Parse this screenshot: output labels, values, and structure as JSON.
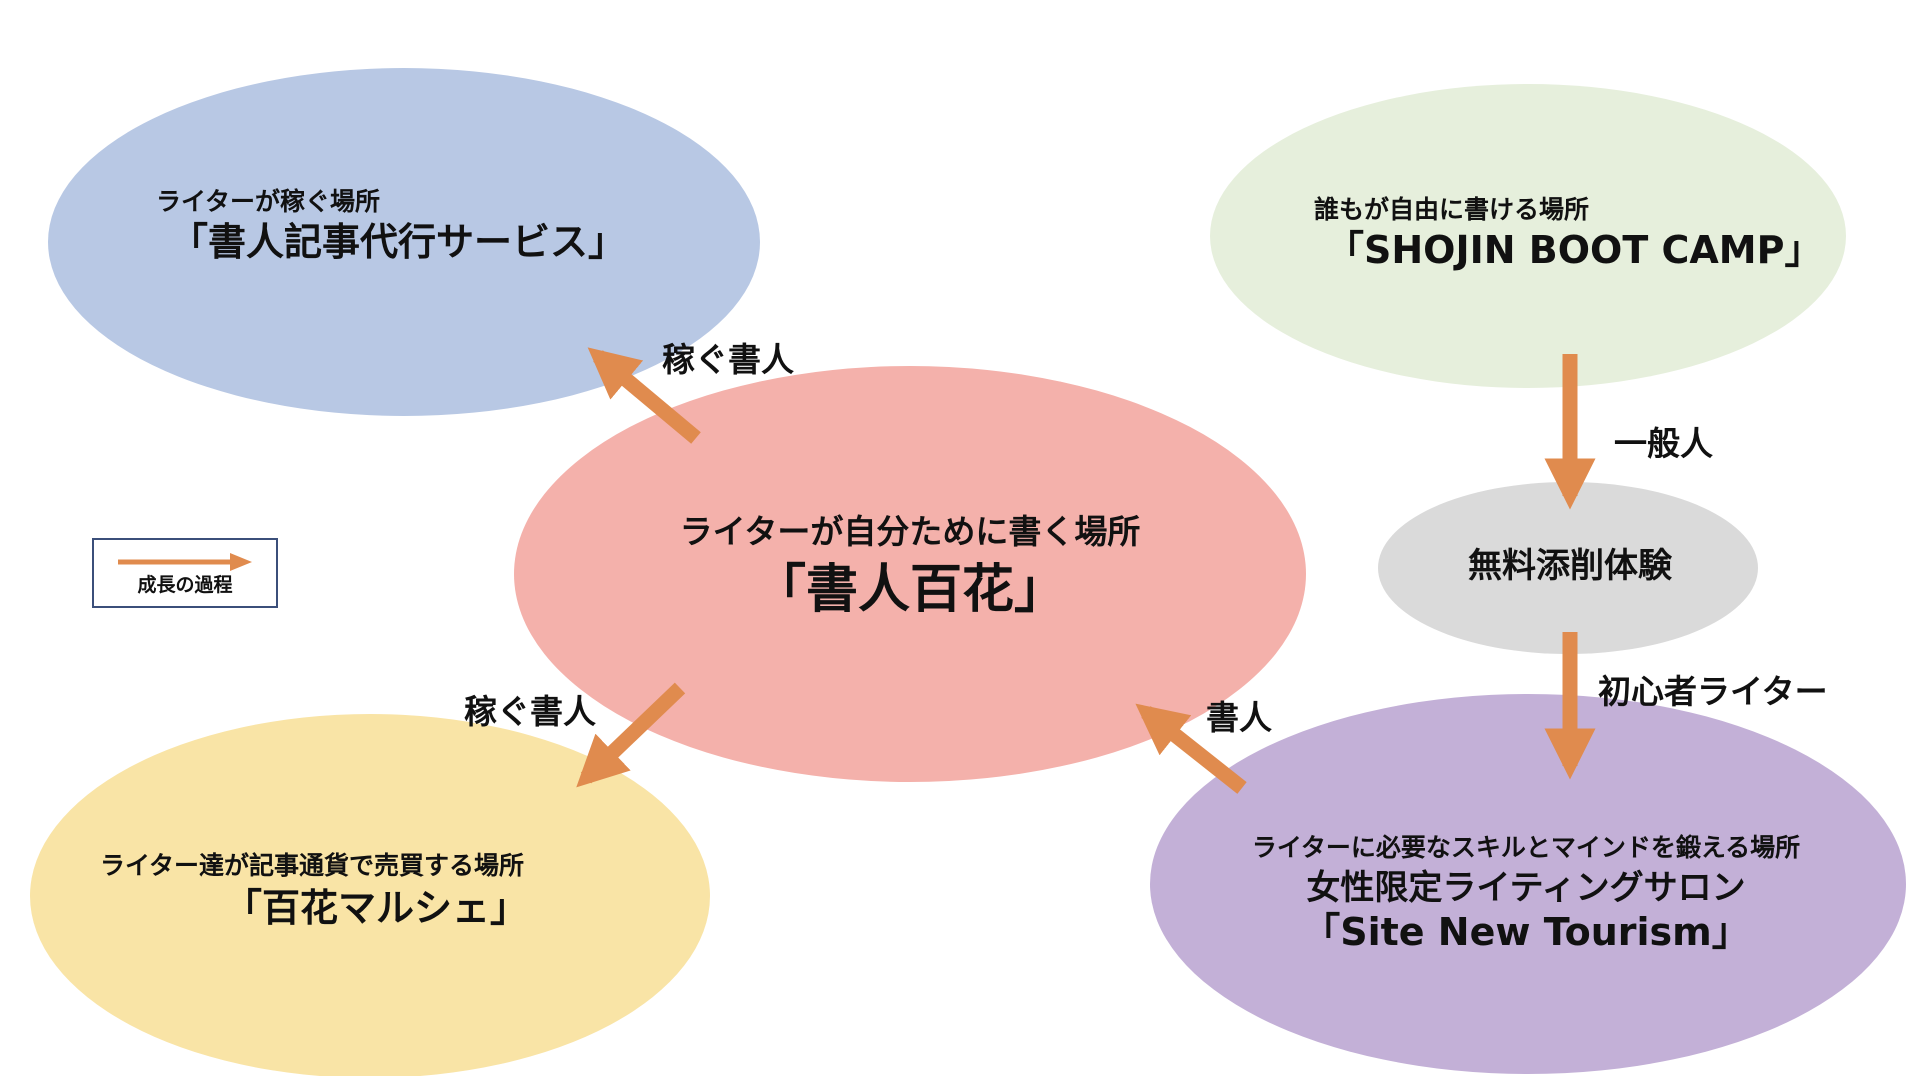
{
  "colors": {
    "arrow": "#E08B4E",
    "blue_node": "#B8C8E4",
    "green_node": "#E6EFDC",
    "pink_node": "#F4B1AB",
    "yellow_node": "#F9E4A6",
    "gray_node": "#DADADA",
    "purple_node": "#C3B0D7",
    "legend_border": "#3B4F7A"
  },
  "nodes": {
    "writer_service": {
      "subtitle": "ライターが稼ぐ場所",
      "title": "「書人記事代行サービス」"
    },
    "boot_camp": {
      "subtitle": "誰もが自由に書ける場所",
      "title": "「SHOJIN BOOT CAMP」"
    },
    "center_hub": {
      "subtitle": "ライターが自分ために書く場所",
      "title": "「書人百花」"
    },
    "free_trial": {
      "title": "無料添削体験"
    },
    "marche": {
      "subtitle": "ライター達が記事通貨で売買する場所",
      "title": "「百花マルシェ」"
    },
    "salon": {
      "subtitle": "ライターに必要なスキルとマインドを鍛える場所",
      "title_line1": "女性限定ライティングサロン",
      "title_line2": "「Site New Tourism」"
    }
  },
  "edges": {
    "to_service": "稼ぐ書人",
    "to_marche": "稼ぐ書人",
    "to_center": "書人",
    "bootcamp_to_trial": "一般人",
    "trial_to_salon": "初心者ライター"
  },
  "legend": {
    "label": "成長の過程"
  }
}
